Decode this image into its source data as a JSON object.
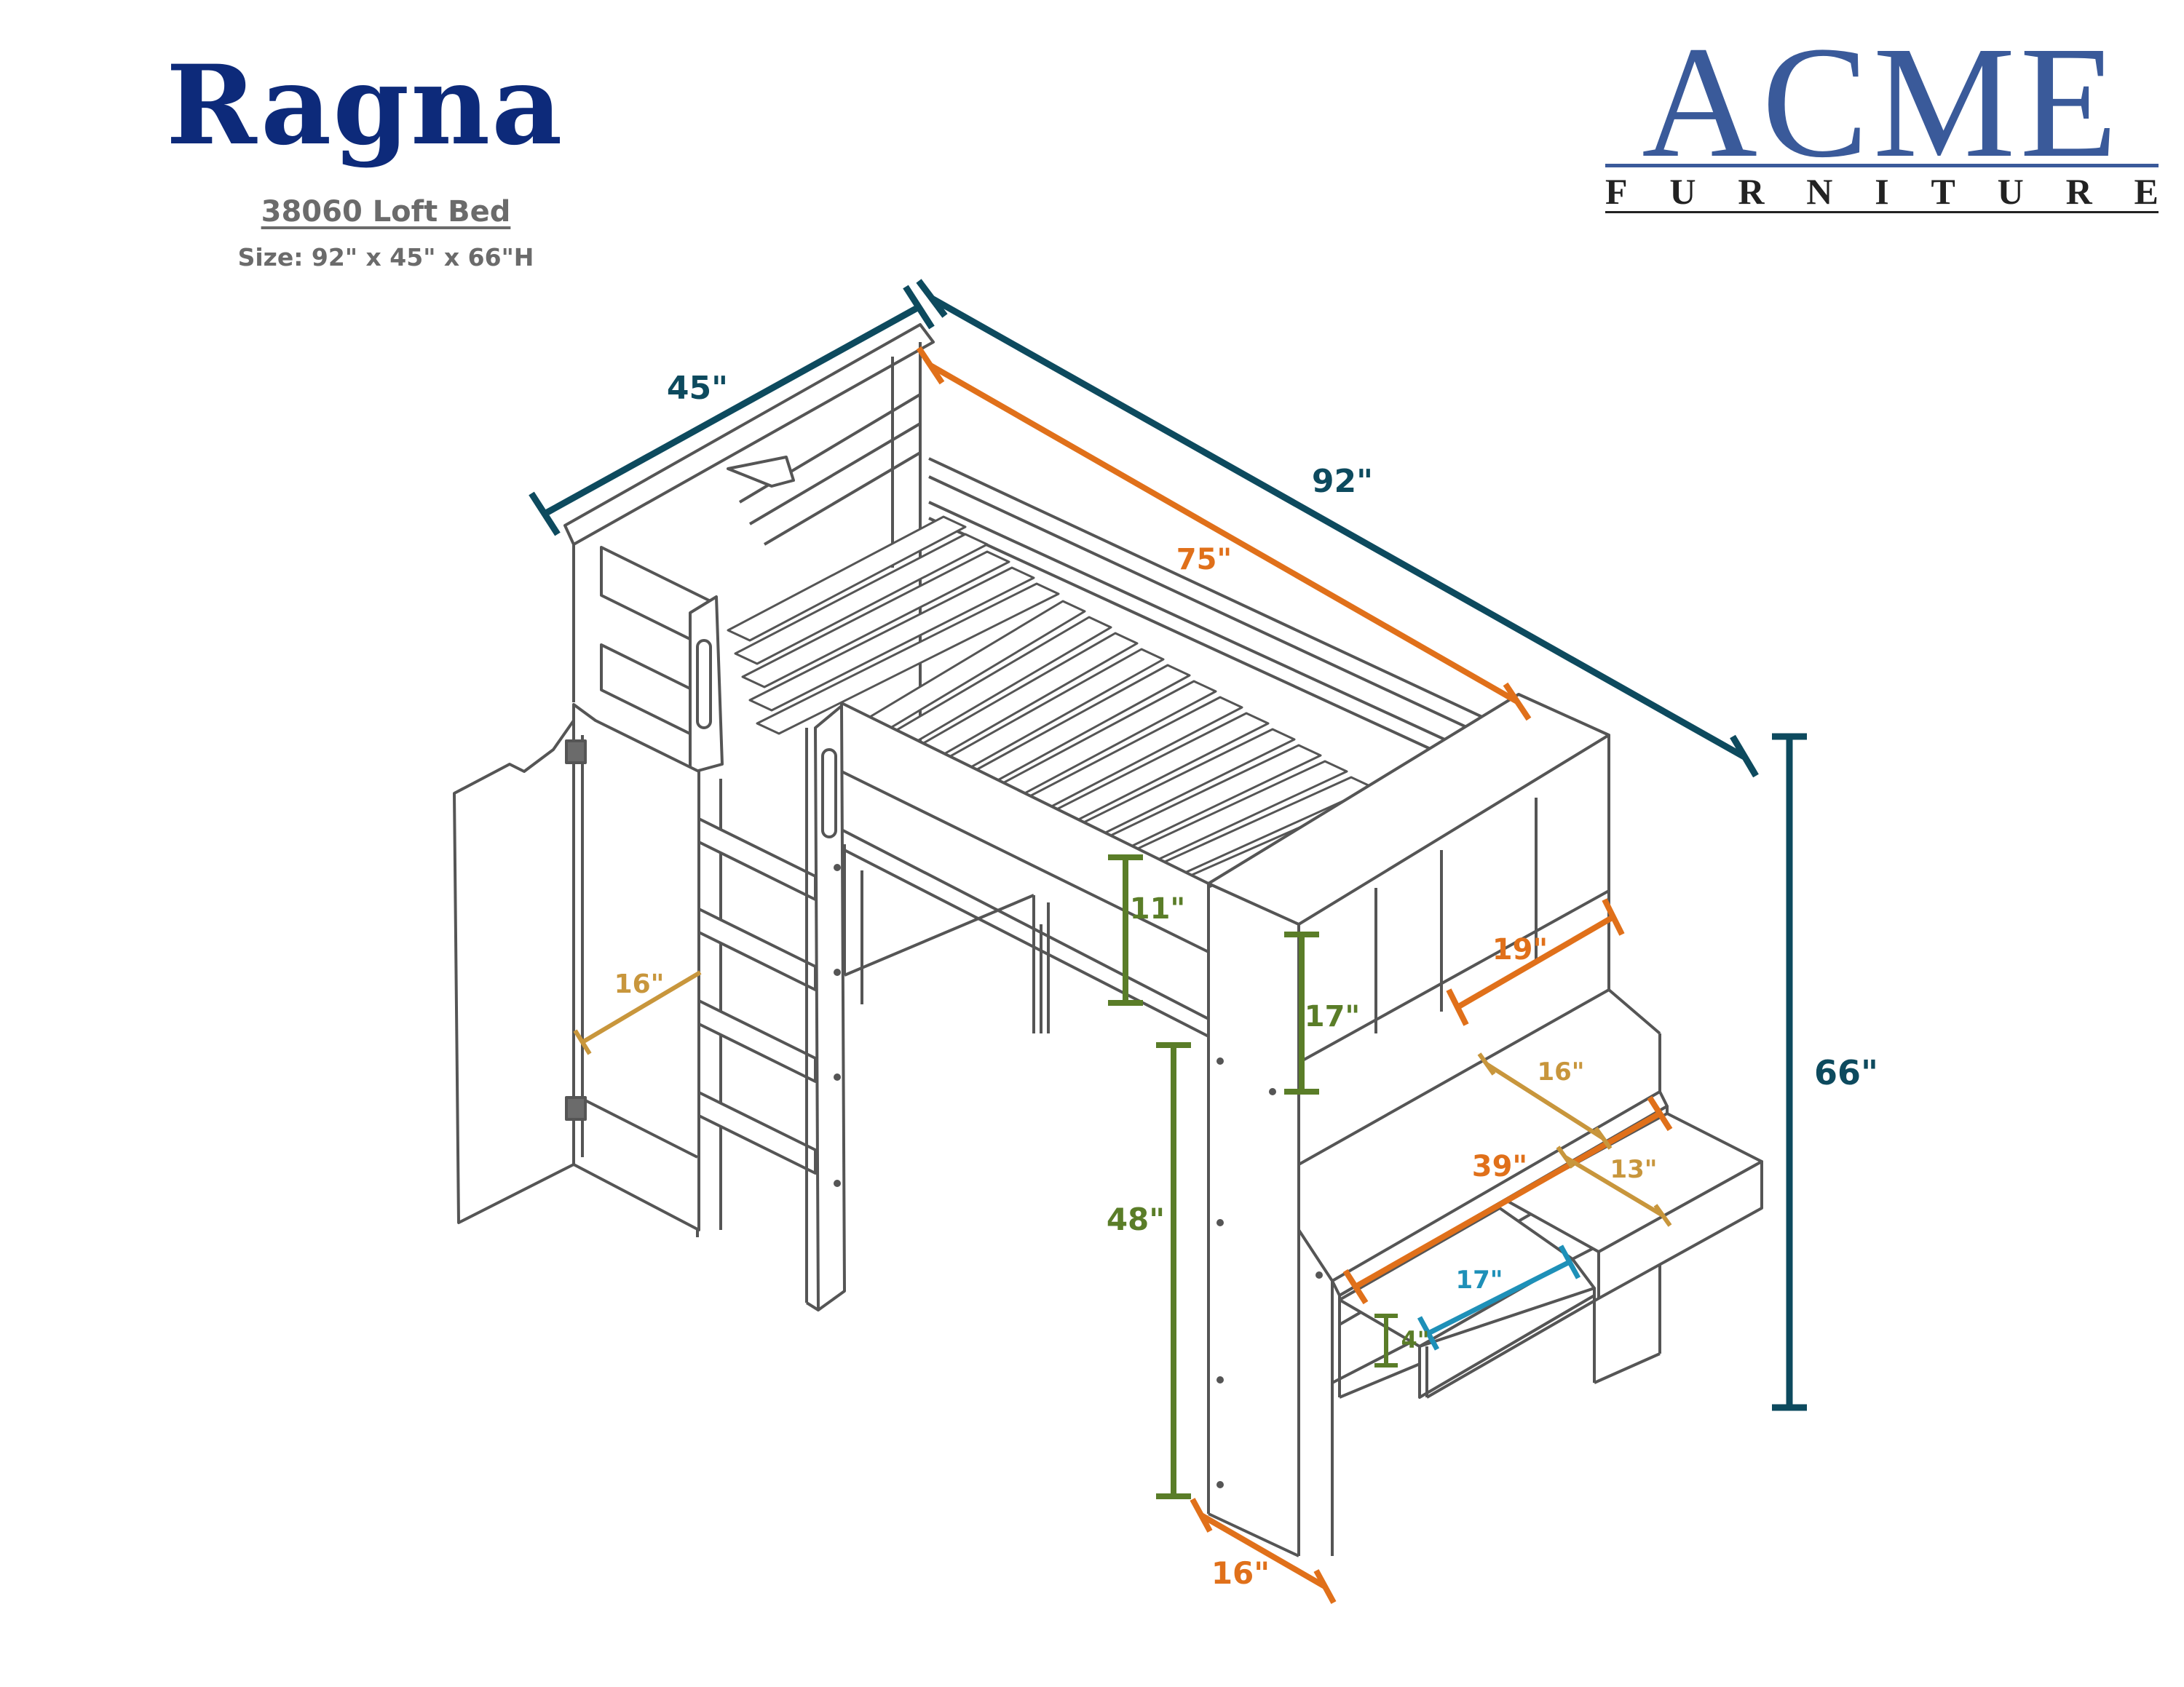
{
  "header": {
    "title": "Ragna",
    "model": "38060 Loft Bed",
    "size": "Size: 92\" x 45\" x 66\"H"
  },
  "brand": {
    "name": "ACME",
    "subtitle_letters": [
      "F",
      "U",
      "R",
      "N",
      "I",
      "T",
      "U",
      "R",
      "E"
    ],
    "color": "#3a5a9a"
  },
  "colors": {
    "navy": "#0d4a5e",
    "orange": "#e0701a",
    "green": "#5a7d28",
    "tan": "#c8963c",
    "blue": "#1e90b8",
    "line": "#555555"
  },
  "dimensions": {
    "width_45": "45\"",
    "length_92": "92\"",
    "height_66": "66\"",
    "mattress_75": "75\"",
    "guard_11": "11\"",
    "shelf_17": "17\"",
    "shelf_19": "19\"",
    "wardrobe_16": "16\"",
    "clearance_48": "48\"",
    "post_16": "16\"",
    "desk_39": "39\"",
    "desk_depth_16": "16\"",
    "drawer_13": "13\"",
    "drawer_17": "17\"",
    "drawer_4": "4\""
  }
}
